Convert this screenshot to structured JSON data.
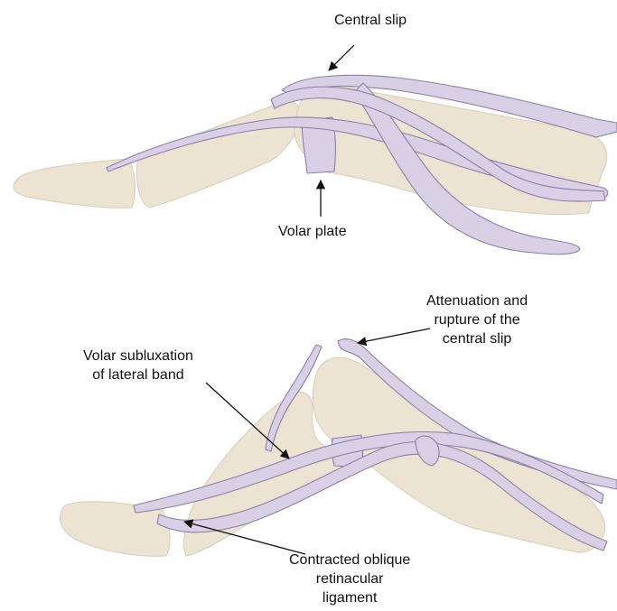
{
  "top_figure": {
    "labels": {
      "central_slip": "Central slip",
      "volar_plate": "Volar plate"
    }
  },
  "bottom_figure": {
    "labels": {
      "attenuation": [
        "Attenuation and",
        "rupture of the",
        "central slip"
      ],
      "volar_subluxation": [
        "Volar subluxation",
        "of lateral band"
      ],
      "oblique_ligament": [
        "Contracted oblique",
        "retinacular",
        "ligament"
      ]
    }
  },
  "colors": {
    "bone": "#ede3d2",
    "tendon": "#d9d0e6",
    "tendon_outline": "#8c7fa8",
    "arrow": "#111111"
  }
}
